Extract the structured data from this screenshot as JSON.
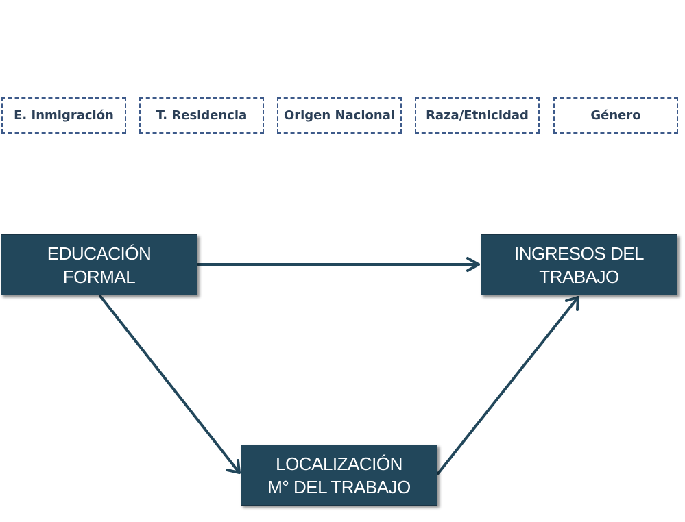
{
  "controls": [
    {
      "label": "E. Inmigración"
    },
    {
      "label": "T. Residencia"
    },
    {
      "label": "Origen Nacional"
    },
    {
      "label": "Raza/Etnicidad"
    },
    {
      "label": "Género"
    }
  ],
  "nodes": {
    "educacion": {
      "line1": "EDUCACIÓN",
      "line2": "FORMAL"
    },
    "ingresos": {
      "line1": "INGRESOS DEL",
      "line2": "TRABAJO"
    },
    "localizacion": {
      "line1": "LOCALIZACIÓN",
      "line2": "M° DEL TRABAJO"
    }
  },
  "colors": {
    "node_fill": "#22475b",
    "arrow": "#22475b",
    "control_border": "#3d5a8a",
    "control_text": "#2b3f57"
  }
}
